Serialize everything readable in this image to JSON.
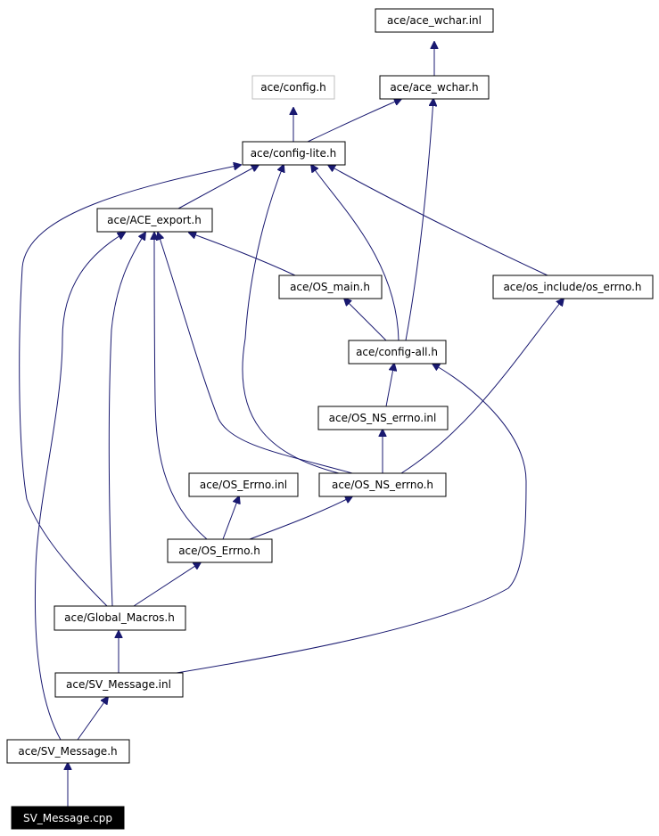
{
  "nodes": [
    {
      "id": "n_ace_wchar_inl",
      "label": "ace/ace_wchar.inl",
      "style": "normal"
    },
    {
      "id": "n_ace_wchar_h",
      "label": "ace/ace_wchar.h",
      "style": "normal"
    },
    {
      "id": "n_config_h",
      "label": "ace/config.h",
      "style": "dim"
    },
    {
      "id": "n_config_lite",
      "label": "ace/config-lite.h",
      "style": "normal"
    },
    {
      "id": "n_ace_export",
      "label": "ace/ACE_export.h",
      "style": "normal"
    },
    {
      "id": "n_os_main",
      "label": "ace/OS_main.h",
      "style": "normal"
    },
    {
      "id": "n_os_errno_inc",
      "label": "ace/os_include/os_errno.h",
      "style": "normal"
    },
    {
      "id": "n_config_all",
      "label": "ace/config-all.h",
      "style": "normal"
    },
    {
      "id": "n_os_ns_errno_inl",
      "label": "ace/OS_NS_errno.inl",
      "style": "normal"
    },
    {
      "id": "n_os_errno_inl",
      "label": "ace/OS_Errno.inl",
      "style": "normal"
    },
    {
      "id": "n_os_ns_errno_h",
      "label": "ace/OS_NS_errno.h",
      "style": "normal"
    },
    {
      "id": "n_os_errno_h",
      "label": "ace/OS_Errno.h",
      "style": "normal"
    },
    {
      "id": "n_global_macros",
      "label": "ace/Global_Macros.h",
      "style": "normal"
    },
    {
      "id": "n_sv_message_inl",
      "label": "ace/SV_Message.inl",
      "style": "normal"
    },
    {
      "id": "n_sv_message_h",
      "label": "ace/SV_Message.h",
      "style": "normal"
    },
    {
      "id": "n_sv_message_cpp",
      "label": "SV_Message.cpp",
      "style": "root"
    }
  ],
  "edges": [
    {
      "from": "n_ace_wchar_h",
      "to": "n_ace_wchar_inl"
    },
    {
      "from": "n_config_lite",
      "to": "n_config_h"
    },
    {
      "from": "n_config_lite",
      "to": "n_ace_wchar_h"
    },
    {
      "from": "n_ace_export",
      "to": "n_config_lite"
    },
    {
      "from": "n_os_main",
      "to": "n_ace_export"
    },
    {
      "from": "n_os_errno_inc",
      "to": "n_config_lite"
    },
    {
      "from": "n_config_all",
      "to": "n_ace_wchar_h"
    },
    {
      "from": "n_config_all",
      "to": "n_os_main"
    },
    {
      "from": "n_config_all",
      "to": "n_config_lite"
    },
    {
      "from": "n_os_ns_errno_inl",
      "to": "n_config_all"
    },
    {
      "from": "n_os_ns_errno_h",
      "to": "n_os_ns_errno_inl"
    },
    {
      "from": "n_os_ns_errno_h",
      "to": "n_os_errno_inc"
    },
    {
      "from": "n_os_ns_errno_h",
      "to": "n_ace_export"
    },
    {
      "from": "n_os_ns_errno_h",
      "to": "n_config_lite"
    },
    {
      "from": "n_os_errno_h",
      "to": "n_os_errno_inl"
    },
    {
      "from": "n_os_errno_h",
      "to": "n_os_ns_errno_h"
    },
    {
      "from": "n_os_errno_h",
      "to": "n_ace_export"
    },
    {
      "from": "n_global_macros",
      "to": "n_os_errno_h"
    },
    {
      "from": "n_global_macros",
      "to": "n_ace_export"
    },
    {
      "from": "n_global_macros",
      "to": "n_config_lite"
    },
    {
      "from": "n_sv_message_inl",
      "to": "n_global_macros"
    },
    {
      "from": "n_sv_message_inl",
      "to": "n_config_all"
    },
    {
      "from": "n_sv_message_h",
      "to": "n_sv_message_inl"
    },
    {
      "from": "n_sv_message_h",
      "to": "n_ace_export"
    },
    {
      "from": "n_sv_message_cpp",
      "to": "n_sv_message_h"
    }
  ],
  "colors": {
    "edge": "#191970",
    "node_border": "#000000",
    "node_border_dim": "#bfbfbf",
    "root_fill": "#000000",
    "root_text": "#ffffff"
  }
}
